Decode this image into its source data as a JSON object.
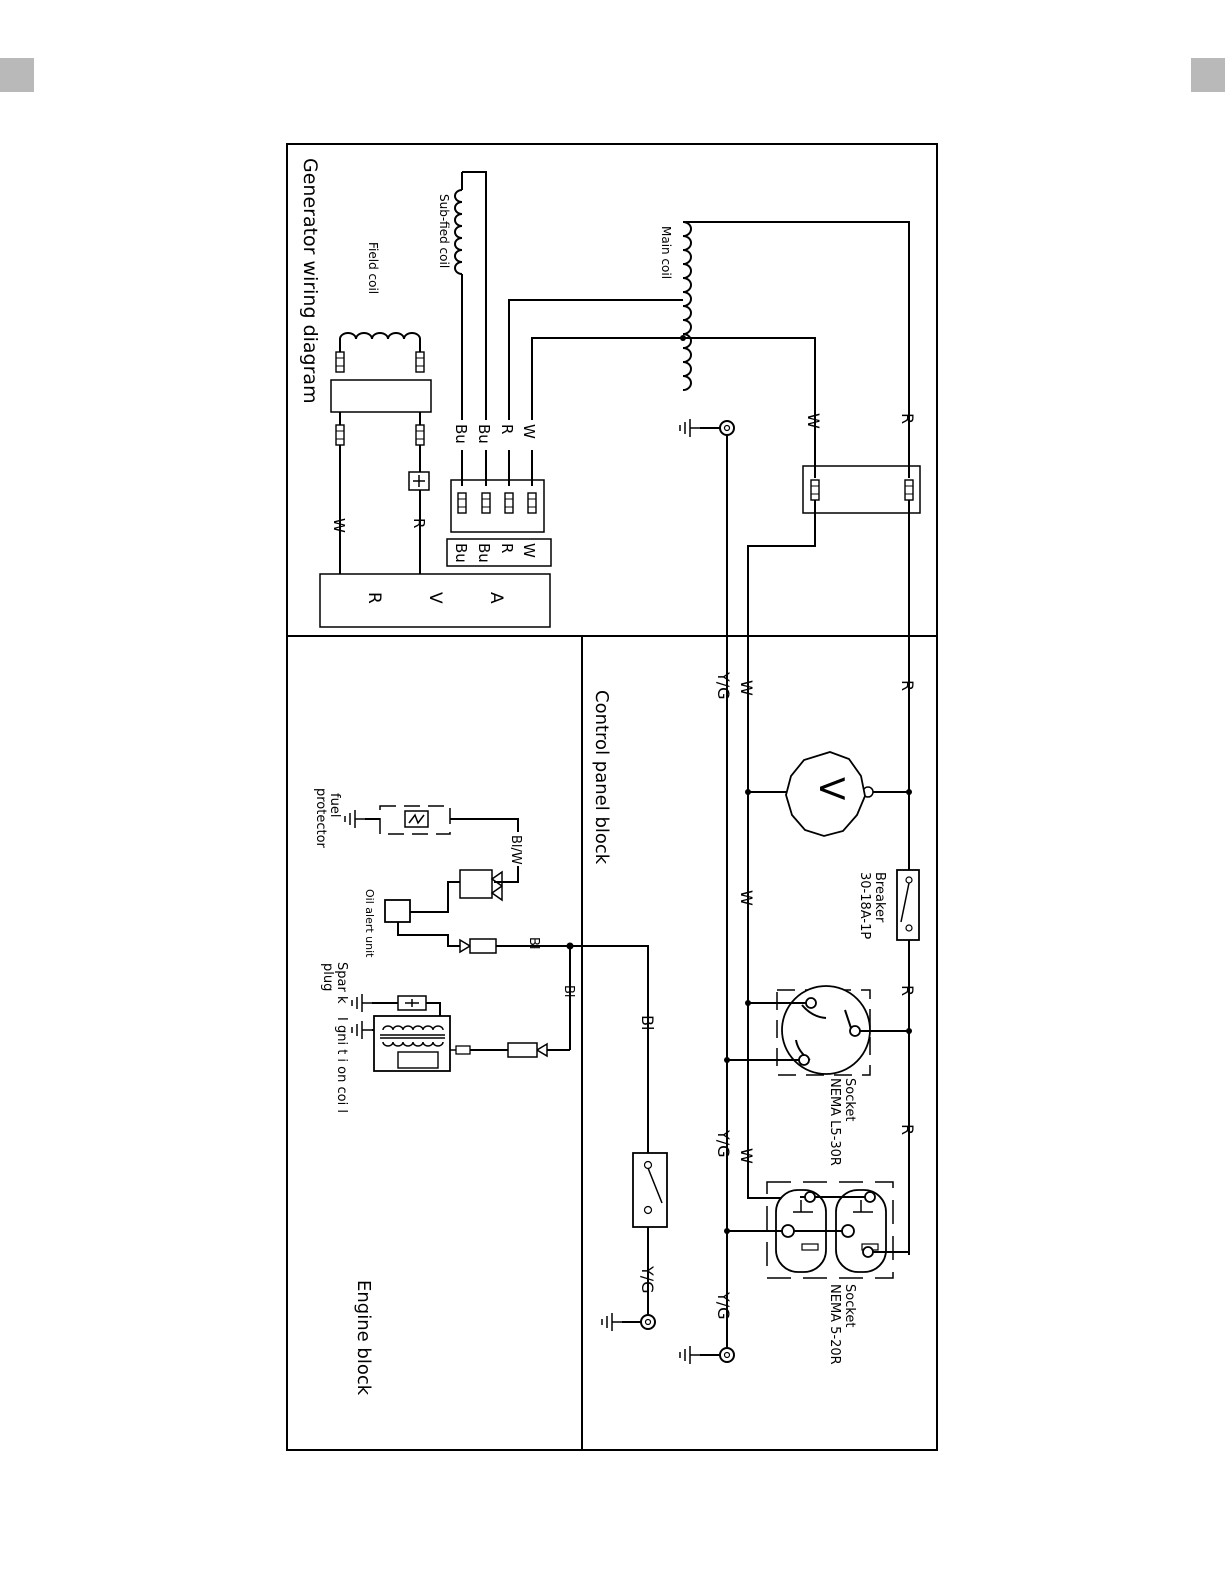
{
  "colors": {
    "ink": "#000000",
    "page": "#ffffff",
    "corner_mark": "#b9b9b9"
  },
  "titles": {
    "generator": "Generator wiring diagram",
    "control": "Control panel block",
    "engine": "Engine block"
  },
  "components": {
    "main_coil": "Main coil",
    "sub_field_coil": "Sub-fied coil",
    "field_coil": "Field coil",
    "avr_a": "A",
    "avr_v": "V",
    "avr_r": "R",
    "voltmeter": "V",
    "breaker_name": "Breaker",
    "breaker_model": "30-18A-1P",
    "socket_l5_name": "Socket",
    "socket_l5_model": "NEMA L5-30R",
    "socket_520_name": "Socket",
    "socket_520_model": "NEMA 5-20R",
    "fuel_protector_1": "fuel",
    "fuel_protector_2": "protector",
    "oil_alert": "Oil alert unit",
    "spark_plug_1": "Spar k",
    "spark_plug_2": "plug",
    "ignition_coil": "I gni t i on  coi l"
  },
  "wire_labels": {
    "r": "R",
    "w": "W",
    "bu": "Bu",
    "yg": "Y/G",
    "bl": "Bl",
    "blw": "Bl/W"
  },
  "icons": [
    "ground-icon",
    "coil-icon",
    "plug-connector-icon",
    "socket-icon",
    "switch-icon",
    "diode-icon"
  ]
}
